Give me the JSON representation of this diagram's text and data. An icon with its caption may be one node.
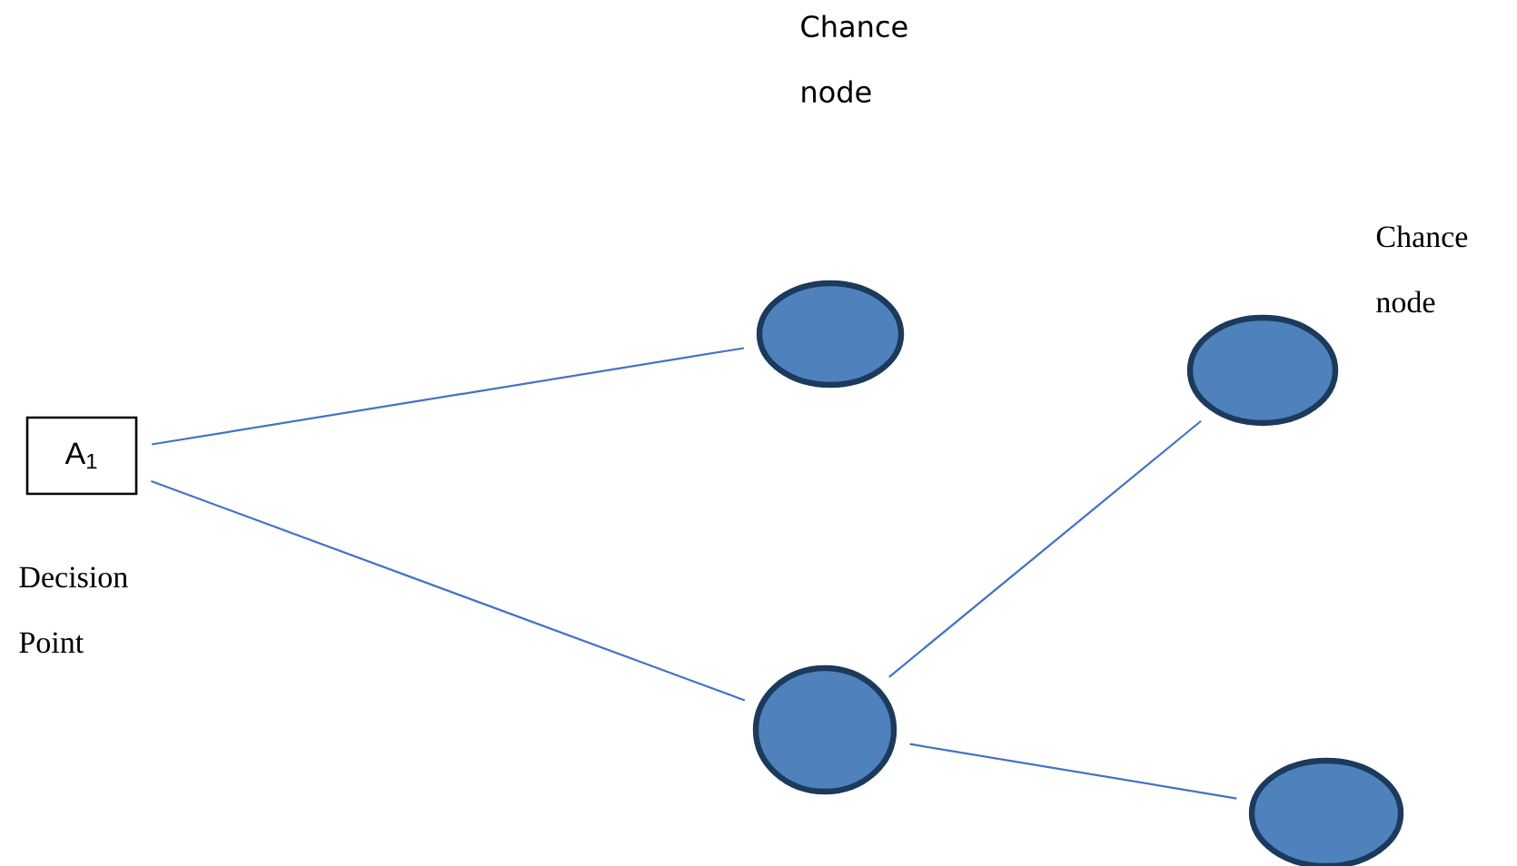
{
  "diagram": {
    "nodes": [
      {
        "text": [
          "A$_{1}$"
        ],
        "beside": [
          "Decision Point"
        ]
      },
      {
        "text": [],
        "shape": "ellipse"
      },
      {
        "text": [],
        "shape": "ellipse",
        "beside": [
          "Chance node"
        ]
      },
      {
        "text": [],
        "shape": "ellipse"
      },
      {
        "text": [],
        "shape": "ellipse"
      }
    ],
    "edges": [
      {
        "from": 0,
        "to": 1,
        "arrow": "none"
      },
      {
        "from": 0,
        "to": 3,
        "arrow": "none"
      },
      {
        "from": 3,
        "to": 2,
        "arrow": "none"
      },
      {
        "from": 3,
        "to": 4,
        "arrow": "none"
      }
    ],
    "labels": [
      "Chance node"
    ]
  }
}
